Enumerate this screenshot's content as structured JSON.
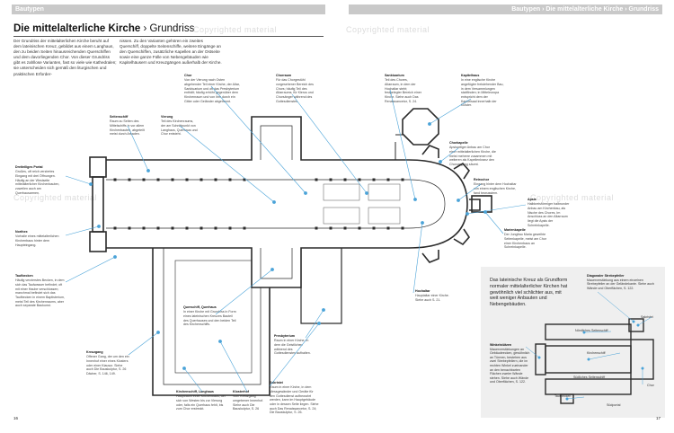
{
  "header": {
    "left_tab": "Bautypen",
    "right_tab": "Bautypen › Die mittelalterliche Kirche › Grundriss"
  },
  "title": {
    "main": "Die mittelalterliche Kirche",
    "sub": "› Grundriss"
  },
  "intro": {
    "col1": "Der Grundriss der mittelalterlichen Kirche beruht auf dem lateinischen Kreuz, gebildet aus einem Langhaus, den zu beiden Seiten hinausreichenden Querschiffen und dem davorliegenden Chor. Von dieser Grundriss gibt es zahllose Varianten, fast so viele wie Kathedralen; sie unterscheiden sich gemäß den liturgischen und praktischen Erforder-",
    "col2": "nissen. Zu den Varianten gehören ein zweites Querschiff, doppelte Seitenschiffe, weitere Eingänge an den Querschiffen, zusätzliche Kapellen an der Ostseite sowie eine ganze Fülle von Nebengebäuden wie Kapitelhäusern und Kreuzgängen außerhalb der Kirche."
  },
  "annotations": {
    "chor": {
      "title": "Chor",
      "text": "Von der Vierung nach Osten abgehender Teil einer Kirche, der Altar, Sanktuarium und oft das Presbyterium enthält; häufig erhöht gegenüber dem Kirchenraum und von ihm durch ein Gitter oder Geländer abgetrennt."
    },
    "chorraum": {
      "title": "Chorraum",
      "text": "Für das Chorgestühl vorgesehener Bereich des Chors; häufig Teil des Altarraums, für Klerus und Chorsänger während des Gottesdienstes."
    },
    "sanktuarium": {
      "title": "Sanktuarium",
      "text": "Teil des Chores, Altarraum, in dem der Hochaltar steht; festgelegter Bereich einer Kirche. Siehe auch Das Renaissancetor, S. 24."
    },
    "kapitelhaus": {
      "title": "Kapitelhaus",
      "text": "In eine englische Kirche angefügter freistehender Bau, in dem Versammlungen stattfinden; in Mitteleuropa entspricht dem der Kapitelsaal innerhalb der Klöster."
    },
    "seitenschiff": {
      "title": "Seitenschiff",
      "text": "Raum zu Seiten des Mittelschiffs in vor allem Kirchenbauten, abgeteilt meist durch Arkaden."
    },
    "vierung": {
      "title": "Vierung",
      "text": "Teil des Kirchenraums, der am Schnittpunkt von Langhaus, Querhaus und Chor entsteht."
    },
    "chorkapelle": {
      "title": "Chorkapelle",
      "text": "Apsisartiger Anbau am Chor einer mittelalterlichen Kirche, die meist mehrere zusammen mit weiteren als Kapellenkranz den Chorumgang säumt."
    },
    "portal": {
      "title": "Dreiteiliges Portal",
      "text": "Großes, oft reich verziertes Eingang mit drei Öffnungen. Häufig an der Westseite mittelalterlicher Kirchenbauten, zuweilen auch am Querhausarmen."
    },
    "retrochor": {
      "title": "Retrochor",
      "text": "Eingang hinter dem Hochaltar von einem englischen Kirche, fand bewusstem."
    },
    "apsis": {
      "title": "Apsis",
      "text": "Halbkreisförmiger halbrunder Anbau am Kirchenbau, als Nische des Chores. Im Anschluss an den Altarraum liegt die Apsis der Schreinkapelle."
    },
    "northex": {
      "title": "Northex",
      "text": "Vorhalle eines mittelalterlichen Kirchenbaus hinter dem Haupteingang."
    },
    "marienkapelle": {
      "title": "Marienkapelle",
      "text": "Der Jungfrau Maria geweihte Seitenkapelle, meist am Chor einer Kirchenbaus an Schreinkapelle."
    },
    "taufbecken": {
      "title": "Taufbecken",
      "text": "Häufig verzierstes Becken, in dem sich das Taufwasser befindet; oft mit einer Haube verschlossen; manchmal befindet sich das Taufbecken in einem Baptisterium, meist Teil des Kirchenraums, aber auch separate Baukunst."
    },
    "hochaltar": {
      "title": "Hochaltar",
      "text": "Hauptaltar einer Kirche. Siehe auch S. 21."
    },
    "querschiff": {
      "title": "Querschiff, Querhaus",
      "text": "In einer Kirche mit Grundriss in Form eines lateinischen Kreuzes Bauteil des Querhauses und den beiden Teil des Kirchenschiffs."
    },
    "presbyterium": {
      "title": "Presbyterium",
      "text": "Raum in einer Kirche, in dem die Geistlichen während des Gottesdienstes aufhalten."
    },
    "kreuzgang": {
      "title": "Kreuzgang",
      "text": "Offener Gang, der um den ein Innenhof einer eines Klosters oder einer Klausur. Siehe auch Die Bauskulptur, S. 26 Dächer, S. 146, 149."
    },
    "kirchenschiff": {
      "title": "Kirchenschiff, Langhaus",
      "text": "Hauptraum einer Kirchenbaus, der sich von Westen bis zur Vierung oder, falls ein Querhaus fehlt, bis zum Chor erstreckt."
    },
    "klosterhof": {
      "title": "Klosterhof",
      "text": "Vom Kreuzgang umgebener Innenhof. Siehe auch Die Bauskulptur, S. 26"
    },
    "sakristei": {
      "title": "Sakristei",
      "text": "Raum in einer Kirche, in dem Messgewänder und Geräte für den Gottesdienst aufbewahrt werden, kann im Hauptgebäude oder in dessen Seite liegen. Siehe auch Das Renaissancetor, S. 24; Die Bauskulptur, S. 26."
    }
  },
  "watermarks": [
    "Copyrighted material",
    "Copyrighted material",
    "Copyrighted material",
    "Copyrighted material"
  ],
  "inset": {
    "text": "Das lateinische Kreuz als Grundform normaler mittelalterlicher Kirchen hat gewöhnlich viel schlichter aus, mit weit weniger Anbauten und Nebengebäuden.",
    "diag_title": "Diagonaler Strebepfeiler",
    "diag_text": "Mauerverstärkung aus einem einzelnen Strebepfeiler an der Geländekante. Siehe auch Wände und Oberflächen, S. 122.",
    "sakristei": "Sakristei",
    "nord": "Nördliches Seitenschiff",
    "winkel_title": "Winkelstützen",
    "winkel_text": "Mauerverstärkungen an Gebäudeecken, gewöhnlich an Türmen, bestehen aus zwei Strebepfeilern, die im rechten Winkel zueinander an den benachbarten Flächen zweier Wände stehen. Siehe auch Wände und Oberflächen, S. 122.",
    "kirchenschiff": "Kirchenschiff",
    "chor": "Chor",
    "sued": "Südliches Seitenschiff",
    "taufbecken": "Taufbecken",
    "suedportal": "Südportal"
  },
  "page_numbers": {
    "left": "16",
    "right": "17"
  },
  "colors": {
    "accent": "#4aa3d8",
    "plan": "#2b2b2b",
    "inset_bg": "#efefef"
  }
}
